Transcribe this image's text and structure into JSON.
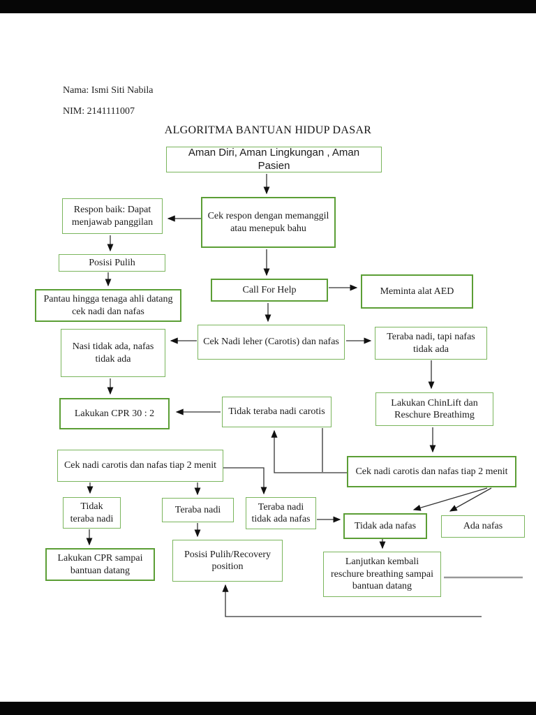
{
  "page": {
    "name_line": "Nama: Ismi Siti Nabila",
    "nim_line": "NIM: 2141111007",
    "title": "ALGORITMA BANTUAN HIDUP DASAR"
  },
  "colors": {
    "box_border_green": "#7ab55c",
    "box_border_green_strong": "#5b9e35",
    "arrow_color": "#333333",
    "faint_line_color": "#999999"
  },
  "flowchart": {
    "nodes": [
      {
        "id": "aman",
        "text": "Aman Diri, Aman Lingkungan , Aman Pasien"
      },
      {
        "id": "cek-respon",
        "text": "Cek respon dengan memanggil atau menepuk bahu"
      },
      {
        "id": "respon-baik",
        "text": "Respon baik: Dapat menjawab panggilan"
      },
      {
        "id": "posisi-pulih",
        "text": "Posisi Pulih"
      },
      {
        "id": "pantau",
        "text": "Pantau hingga tenaga ahli datang cek nadi dan nafas"
      },
      {
        "id": "call-for-help",
        "text": "Call For Help"
      },
      {
        "id": "minta-aed",
        "text": "Meminta alat AED"
      },
      {
        "id": "cek-nadi-leher",
        "text": "Cek Nadi leher (Carotis) dan nafas"
      },
      {
        "id": "teraba-nadi-tapi",
        "text": "Teraba nadi, tapi nafas tidak ada"
      },
      {
        "id": "nadi-nafas-tidak-ada",
        "text": "Nasi tidak ada, nafas tidak ada"
      },
      {
        "id": "cpr-30-2",
        "text": "Lakukan CPR 30 : 2"
      },
      {
        "id": "tidak-teraba-carotis",
        "text": "Tidak teraba nadi carotis"
      },
      {
        "id": "chinlift",
        "text": "Lakukan ChinLift dan Reschure Breathimg"
      },
      {
        "id": "cek-tiap-2-menit-kiri",
        "text": "Cek nadi carotis dan nafas tiap 2 menit"
      },
      {
        "id": "cek-tiap-2-menit-kanan",
        "text": "Cek nadi carotis dan nafas tiap 2 menit"
      },
      {
        "id": "tidak-teraba-nadi",
        "text": "Tidak\nteraba nadi"
      },
      {
        "id": "teraba-nadi",
        "text": "Teraba nadi"
      },
      {
        "id": "teraba-nadi-tidak-nafas",
        "text": "Teraba nadi tidak ada nafas"
      },
      {
        "id": "tidak-ada-nafas",
        "text": "Tidak ada nafas"
      },
      {
        "id": "ada-nafas",
        "text": "Ada nafas"
      },
      {
        "id": "cpr-sampai-bantuan",
        "text": "Lakukan CPR sampai bantuan datang"
      },
      {
        "id": "posisi-pulih-recovery",
        "text": "Posisi Pulih/Recovery position"
      },
      {
        "id": "lanjutkan-reschure",
        "text": "Lanjutkan kembali reschure breathing sampai bantuan datang"
      }
    ]
  }
}
